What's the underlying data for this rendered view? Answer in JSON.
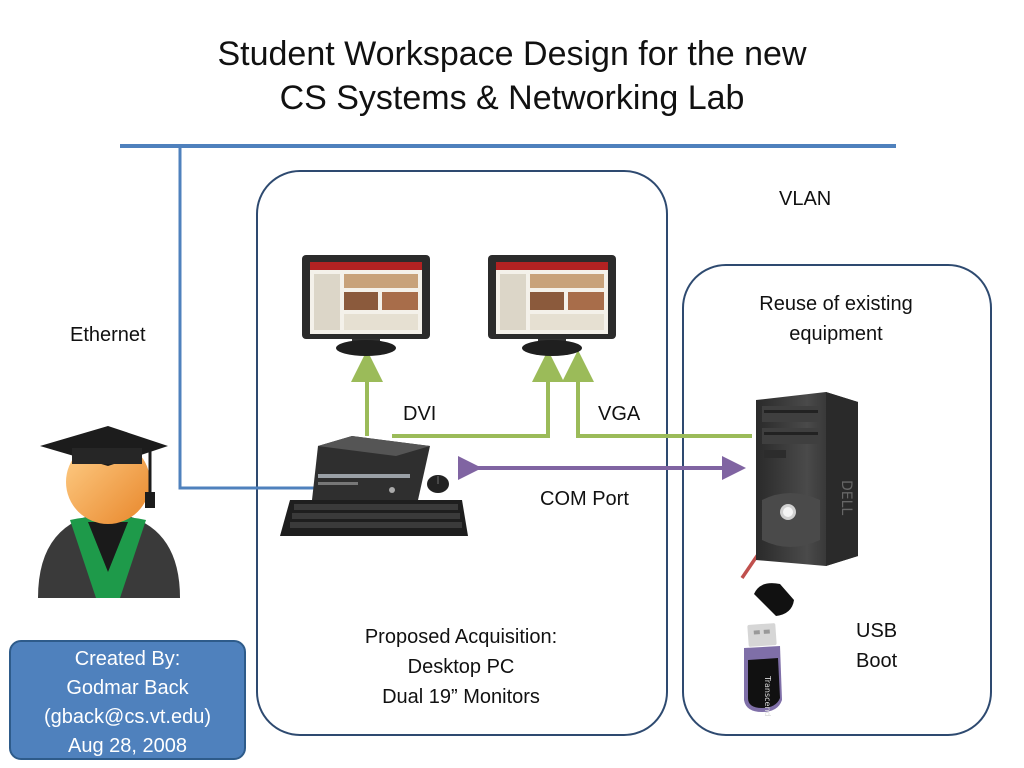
{
  "title": {
    "line1": "Student Workspace Design for the new",
    "line2": "CS Systems & Networking Lab"
  },
  "labels": {
    "vlan": "VLAN",
    "ethernet": "Ethernet",
    "dvi": "DVI",
    "vga": "VGA",
    "com_port": "COM Port",
    "usb_boot_line1": "USB",
    "usb_boot_line2": "Boot"
  },
  "reuse_box": {
    "line1": "Reuse of existing",
    "line2": "equipment"
  },
  "proposed_box": {
    "line1": "Proposed Acquisition:",
    "line2": "Desktop PC",
    "line3": "Dual 19” Monitors"
  },
  "credit": {
    "line1": "Created By:",
    "line2": "Godmar Back",
    "line3": "(gback@cs.vt.edu)",
    "line4": "Aug 28, 2008"
  },
  "colors": {
    "network_line": "#4f81bd",
    "video_cable": "#9bbb59",
    "serial_cable": "#8064a2",
    "usb_arrow": "#c0504d",
    "box_border": "#2e4a70",
    "credit_fill": "#4f81bd"
  },
  "icons": [
    "student-graduate-icon",
    "monitor-icon",
    "desktop-pc-icon",
    "keyboard-icon",
    "mouse-icon",
    "tower-pc-icon",
    "usb-drive-icon"
  ]
}
